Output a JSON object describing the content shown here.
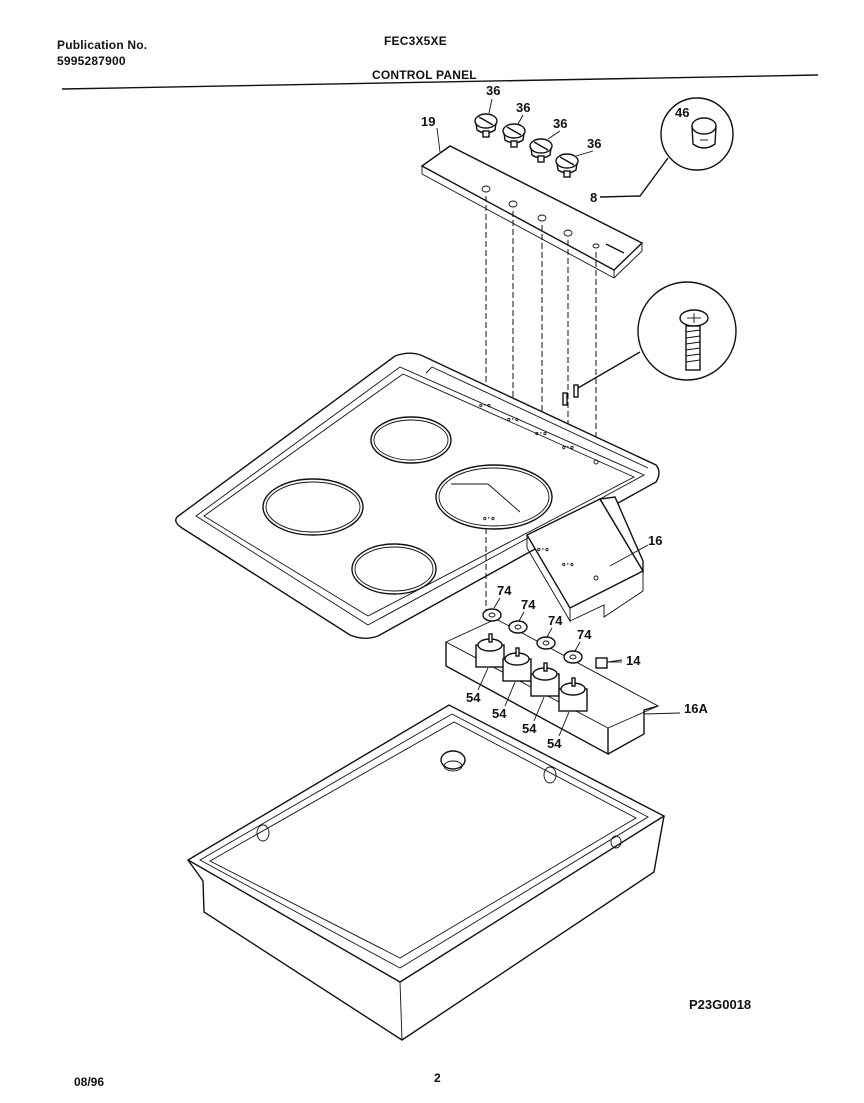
{
  "header": {
    "publication_label": "Publication No.",
    "publication_number": "5995287900",
    "model": "FEC3X5XE",
    "section_title": "CONTROL PANEL"
  },
  "footer": {
    "date": "08/96",
    "page_number": "2",
    "diagram_code": "P23G0018"
  },
  "callouts": {
    "knob_a": "36",
    "knob_b": "36",
    "knob_c": "36",
    "knob_d": "36",
    "control_panel": "19",
    "knob_detail": "46",
    "screw": "8",
    "bracket": "16",
    "bracket_b": "16A",
    "indicator": "14",
    "washer_a": "74",
    "washer_b": "74",
    "washer_c": "74",
    "washer_d": "74",
    "switch_a": "54",
    "switch_b": "54",
    "switch_c": "54",
    "switch_d": "54"
  }
}
